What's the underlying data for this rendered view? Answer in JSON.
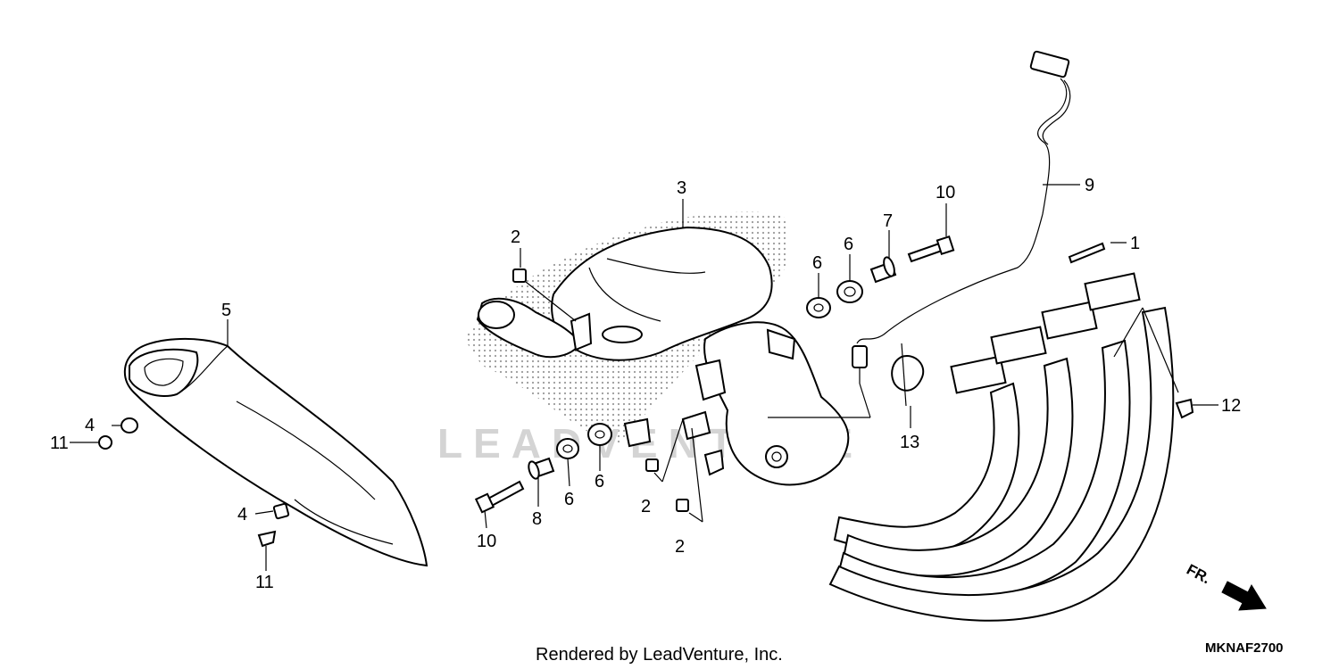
{
  "diagram": {
    "watermark": "LEADVENTURE",
    "footer_credit": "Rendered by LeadVenture, Inc.",
    "diagram_code": "MKNAF2700",
    "direction_label": "FR.",
    "callouts": [
      {
        "id": "c1",
        "text": "1"
      },
      {
        "id": "c2a",
        "text": "2"
      },
      {
        "id": "c2b",
        "text": "2"
      },
      {
        "id": "c2c",
        "text": "2"
      },
      {
        "id": "c3",
        "text": "3"
      },
      {
        "id": "c4a",
        "text": "4"
      },
      {
        "id": "c4b",
        "text": "4"
      },
      {
        "id": "c5",
        "text": "5"
      },
      {
        "id": "c6a",
        "text": "6"
      },
      {
        "id": "c6b",
        "text": "6"
      },
      {
        "id": "c6c",
        "text": "6"
      },
      {
        "id": "c6d",
        "text": "6"
      },
      {
        "id": "c7",
        "text": "7"
      },
      {
        "id": "c8",
        "text": "8"
      },
      {
        "id": "c9",
        "text": "9"
      },
      {
        "id": "c10a",
        "text": "10"
      },
      {
        "id": "c10b",
        "text": "10"
      },
      {
        "id": "c11a",
        "text": "11"
      },
      {
        "id": "c11b",
        "text": "11"
      },
      {
        "id": "c12",
        "text": "12"
      },
      {
        "id": "c13",
        "text": "13"
      }
    ]
  }
}
